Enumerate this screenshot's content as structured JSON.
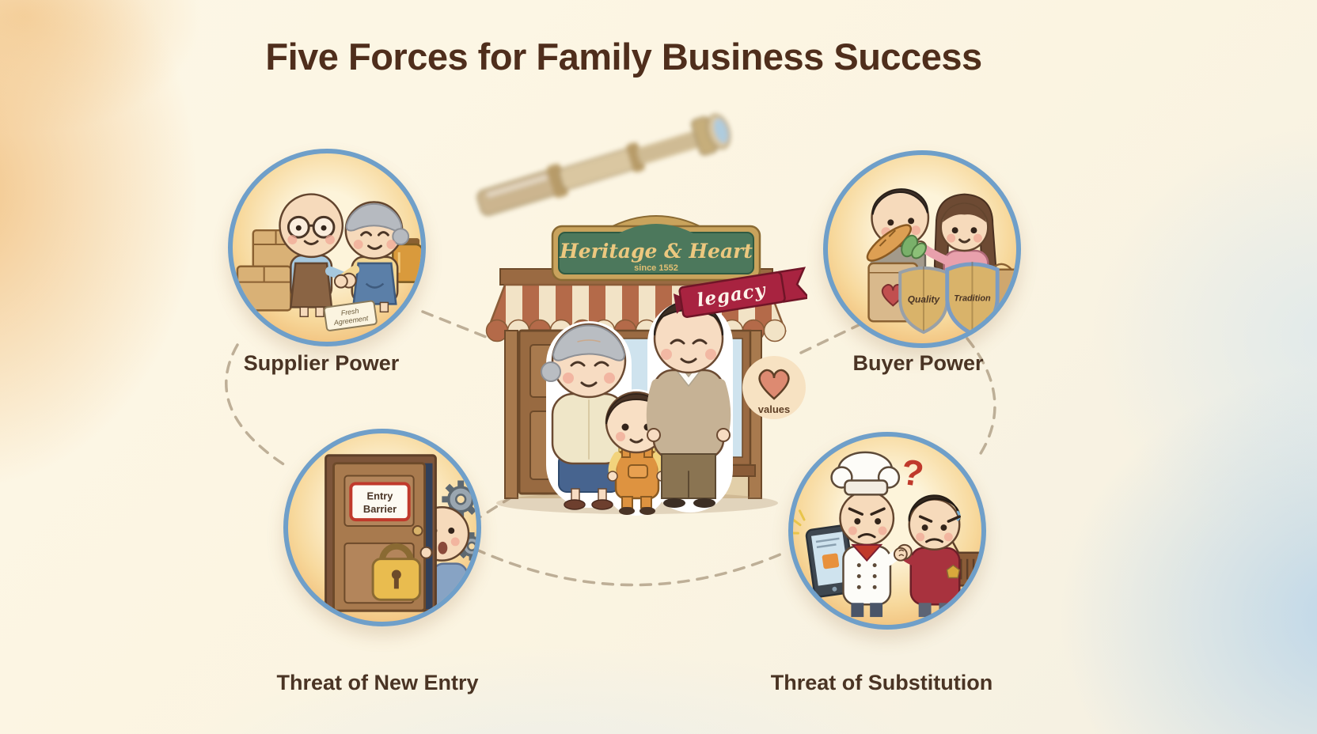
{
  "title": "Five Forces for Family Business Success",
  "shop": {
    "sign_title": "Heritage & Heart",
    "sign_subtitle": "since 1552",
    "ribbon": "legacy",
    "values": "values"
  },
  "forces": {
    "supplier": {
      "label": "Supplier Power",
      "note": {
        "line1": "Fresh",
        "line2": "Agreement"
      }
    },
    "buyer": {
      "label": "Buyer Power",
      "shields": {
        "left": "Quality",
        "right": "Tradition"
      }
    },
    "new_entry": {
      "label": "Threat of New Entry",
      "door_sign": {
        "line1": "Entry",
        "line2": "Barrier"
      }
    },
    "substitution": {
      "label": "Threat of Substitution",
      "question": "?"
    }
  },
  "colors": {
    "title_text": "#4f2e1c",
    "label_text": "#4a3424",
    "circle_border": "#6f9fc9",
    "connector_dash": "#b3a28a",
    "ribbon_red": "#a82340",
    "sign_green": "#4c785c",
    "sign_gold": "#c9a35c",
    "awning_brick": "#b46a49",
    "awning_cream": "#f2e3c6"
  }
}
